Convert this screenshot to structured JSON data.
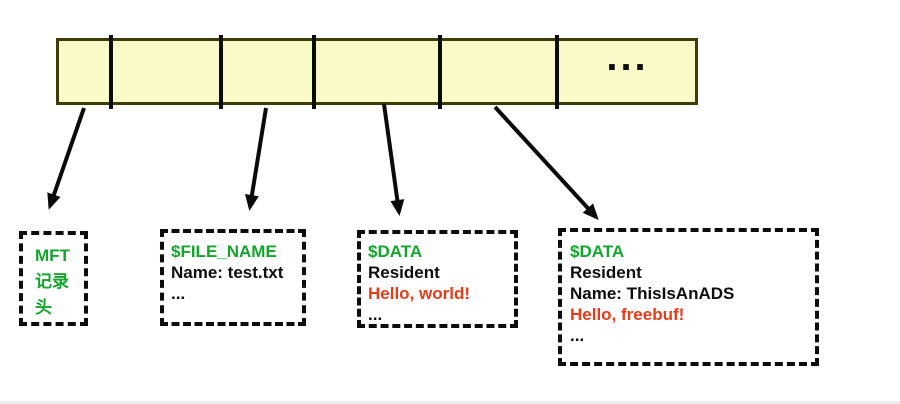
{
  "bar": {
    "segment_count": 6,
    "ellipsis_label": "...",
    "fill_color": "#fafac8",
    "border_color": "#3c3c04"
  },
  "boxes": [
    {
      "name": "mft-record-header",
      "lines": [
        "MFT",
        "记录",
        "头"
      ],
      "line_colors": [
        "green",
        "green",
        "green"
      ]
    },
    {
      "name": "file-name-attribute",
      "lines": [
        "$FILE_NAME",
        "Name: test.txt",
        "..."
      ],
      "line_colors": [
        "green",
        "black",
        "black"
      ]
    },
    {
      "name": "data-attribute",
      "lines": [
        "$DATA",
        "Resident",
        "Hello, world!",
        "..."
      ],
      "line_colors": [
        "green",
        "black",
        "red",
        "black"
      ]
    },
    {
      "name": "ads-data-attribute",
      "lines": [
        "$DATA",
        "Resident",
        "Name: ThisIsAnADS",
        "Hello, freebuf!",
        "..."
      ],
      "line_colors": [
        "green",
        "black",
        "black",
        "red",
        "black"
      ]
    }
  ],
  "arrows": [
    {
      "from": "bar-segment-1",
      "to": "mft-record-header"
    },
    {
      "from": "bar-segment-3",
      "to": "file-name-attribute"
    },
    {
      "from": "bar-segment-4",
      "to": "data-attribute"
    },
    {
      "from": "bar-segment-5",
      "to": "ads-data-attribute"
    }
  ],
  "colors": {
    "green": "#14a52d",
    "red": "#e63c19",
    "black": "#0d0d0d",
    "bar_fill": "#fafac8",
    "bar_border": "#3c3c04"
  }
}
